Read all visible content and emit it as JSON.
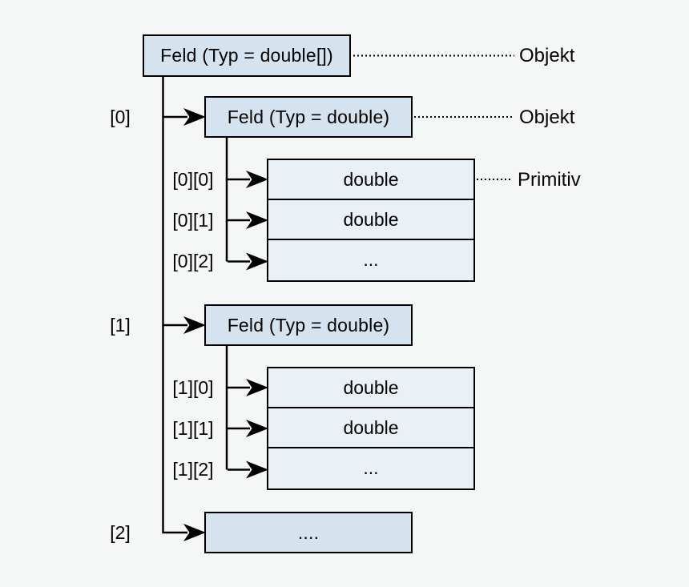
{
  "colors": {
    "background": "#f5f6f6",
    "feld_fill": "#d5e3ee",
    "row_fill": "#e9f1f6",
    "line": "#000000"
  },
  "root": {
    "label": "Feld (Typ = double[])",
    "annotation": "Objekt"
  },
  "groups": [
    {
      "index": "[0]",
      "label": "Feld (Typ = double)",
      "annotation": "Objekt",
      "rows": [
        {
          "index": "[0][0]",
          "value": "double",
          "annotation": "Primitiv"
        },
        {
          "index": "[0][1]",
          "value": "double"
        },
        {
          "index": "[0][2]",
          "value": "..."
        }
      ]
    },
    {
      "index": "[1]",
      "label": "Feld (Typ = double)",
      "rows": [
        {
          "index": "[1][0]",
          "value": "double"
        },
        {
          "index": "[1][1]",
          "value": "double"
        },
        {
          "index": "[1][2]",
          "value": "..."
        }
      ]
    },
    {
      "index": "[2]",
      "label": "...."
    }
  ]
}
